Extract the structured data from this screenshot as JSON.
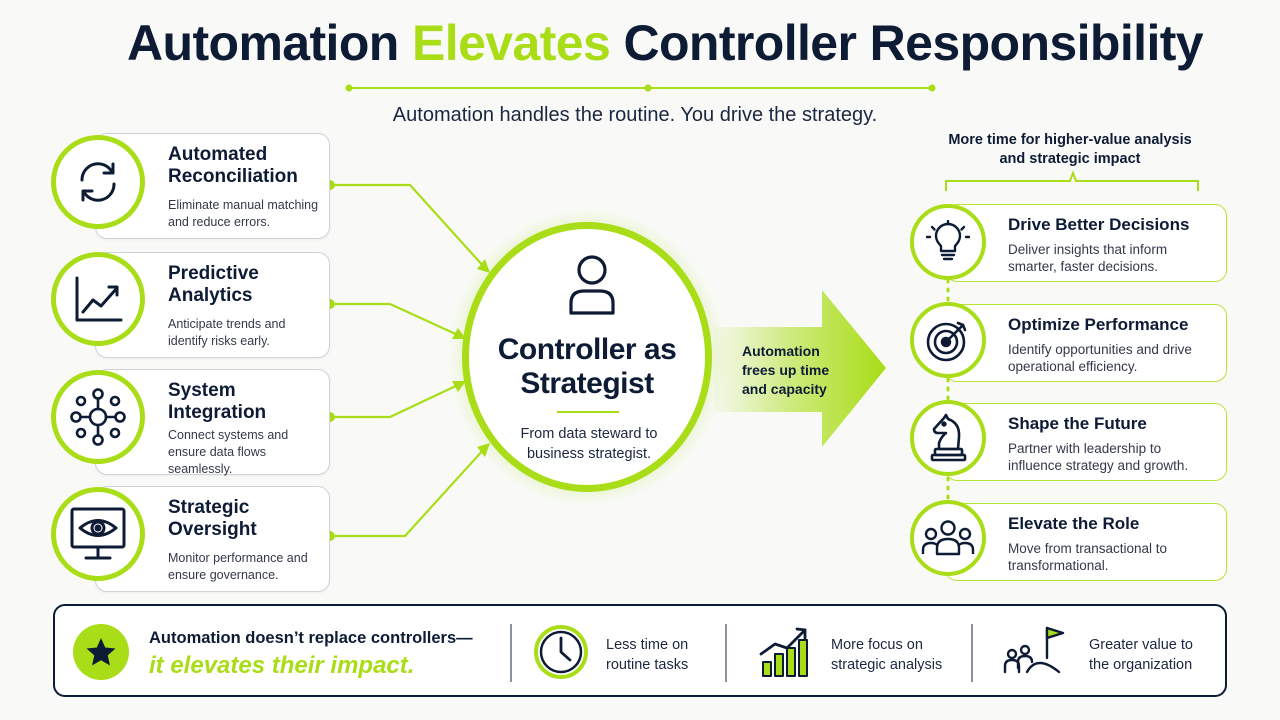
{
  "header": {
    "title_part1": "Automation",
    "title_accent": "Elevates",
    "title_part2": "Controller Responsibility",
    "subtitle": "Automation handles the routine. You drive the strategy."
  },
  "left_items": [
    {
      "title": "Automated Reconciliation",
      "description": "Eliminate manual matching and reduce errors.",
      "icon": "sync-arrows-icon"
    },
    {
      "title": "Predictive Analytics",
      "description": "Anticipate trends and identify risks early.",
      "icon": "trend-chart-icon"
    },
    {
      "title": "System Integration",
      "description": "Connect systems and ensure data flows seamlessly.",
      "icon": "network-hub-icon"
    },
    {
      "title": "Strategic Oversight",
      "description": "Monitor performance and ensure governance.",
      "icon": "eye-monitor-icon"
    }
  ],
  "center": {
    "title": "Controller as Strategist",
    "description": "From data steward to business strategist.",
    "icon": "person-icon"
  },
  "arrow": {
    "label": "Automation frees up time and capacity"
  },
  "right_header": "More time for higher-value analysis and strategic impact",
  "right_items": [
    {
      "title": "Drive Better Decisions",
      "description": "Deliver insights that inform smarter, faster decisions.",
      "icon": "lightbulb-icon"
    },
    {
      "title": "Optimize Performance",
      "description": "Identify opportunities and drive operational efficiency.",
      "icon": "target-icon"
    },
    {
      "title": "Shape the Future",
      "description": "Partner with leadership to influence strategy and growth.",
      "icon": "chess-knight-icon"
    },
    {
      "title": "Elevate the Role",
      "description": "Move from transactional to transformational.",
      "icon": "team-icon"
    }
  ],
  "footer": {
    "statement": "Automation doesn’t replace controllers—",
    "statement_accent": "it elevates their impact.",
    "benefits": [
      {
        "text": "Less time on routine tasks",
        "icon": "clock-icon"
      },
      {
        "text": "More focus on strategic analysis",
        "icon": "growth-chart-icon"
      },
      {
        "text": "Greater value to the organization",
        "icon": "summit-flag-icon"
      }
    ]
  },
  "colors": {
    "accent": "#a9dd17",
    "navy": "#0d1b35"
  }
}
